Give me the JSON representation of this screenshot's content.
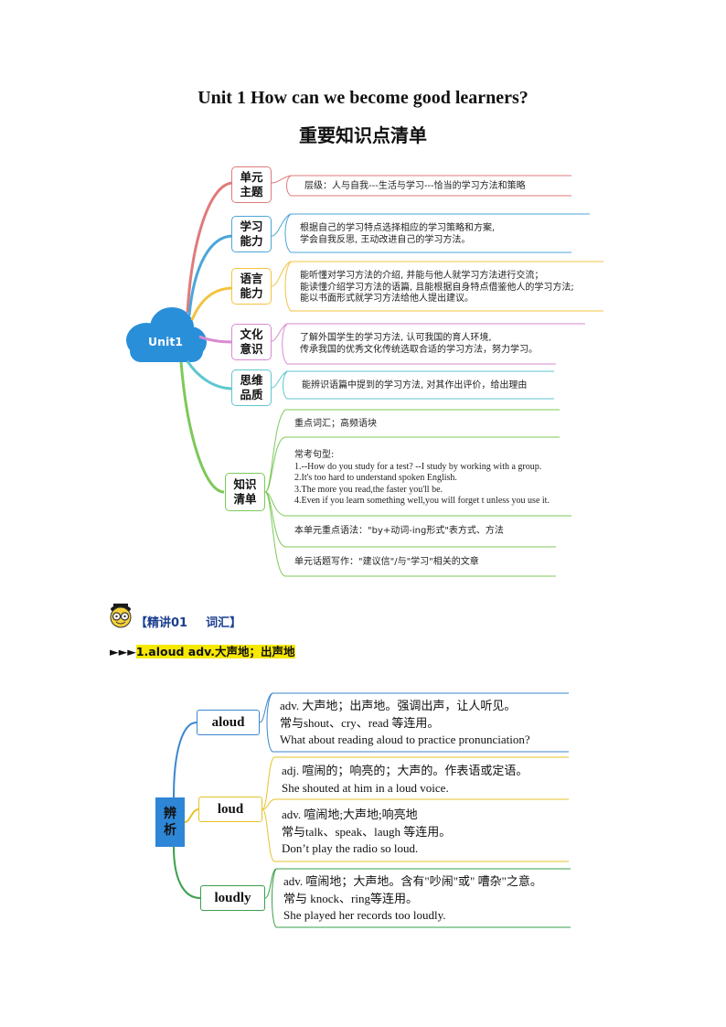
{
  "title": "Unit  1    How can we become good learners?",
  "subtitle": "重要知识点清单",
  "mindmap": {
    "center": "Unit1",
    "branches": [
      {
        "label": "单元\n主题",
        "lines": [
          "层级：人与自我---生活与学习---恰当的学习方法和策略"
        ]
      },
      {
        "label": "学习\n能力",
        "lines": [
          "根据自己的学习特点选择相应的学习策略和方案,",
          "学会自我反思, 王动改进自己的学习方法。"
        ]
      },
      {
        "label": "语言\n能力",
        "lines": [
          "能听懂对学习方法的介绍, 并能与他人就学习方法进行交流；",
          "能读懂介绍学习方法的语篇, 且能根据自身特点借鉴他人的学习方法;",
          "能以书面形式就学习方法给他人提出建议。"
        ]
      },
      {
        "label": "文化\n意识",
        "lines": [
          "了解外国学生的学习方法, 认可我国的育人环境,",
          "传承我国的优秀文化传统选取合适的学习方法，努力学习。"
        ]
      },
      {
        "label": "思维\n品质",
        "lines": [
          "能辨识语篇中提到的学习方法, 对其作出评价，给出理由"
        ]
      },
      {
        "label": "知识\n清单",
        "subs": [
          {
            "lines": [
              "重点词汇；高频语块"
            ]
          },
          {
            "lines": [
              "常考句型:",
              "1.--How do you study for a test?  --I study by working with a group.",
              "2.It's too hard to understand spoken English.",
              "3.The more you read,the faster you'll be.",
              "4.Even if you learn something well,you will forget t unless you use it."
            ]
          },
          {
            "lines": [
              "本单元重点语法：\"by+动词-ing形式\"表方式、方法"
            ]
          },
          {
            "lines": [
              "单元话题写作：\"建议信\"/与\"学习\"相关的文章"
            ]
          }
        ]
      }
    ]
  },
  "section": {
    "bracket_open": "【",
    "label": "精讲01",
    "kind": "词汇",
    "bracket_close": "】"
  },
  "item": {
    "arrows": "►►►",
    "text": "1.aloud   adv.大声地；出声地"
  },
  "compare": {
    "side_label": "辨\n析",
    "words": [
      {
        "word": "aloud",
        "blocks": [
          [
            "adv. 大声地；出声地。强调出声，让人听见。",
            "常与shout、cry、read 等连用。",
            "What about reading  aloud to practice pronunciation?"
          ]
        ]
      },
      {
        "word": "loud",
        "blocks": [
          [
            "adj. 喧闹的；响亮的；大声的。作表语或定语。",
            "She shouted at him in a loud voice."
          ],
          [
            "adv. 喧闹地;大声地;响亮地",
            "常与talk、speak、laugh 等连用。",
            "Don’t play the radio so loud."
          ]
        ]
      },
      {
        "word": "loudly",
        "blocks": [
          [
            "adv. 喧闹地；大声地。含有\"吵闹\"或\" 嘈杂\"之意。",
            "常与 knock、ring等连用。",
            "She played her records too loudly."
          ]
        ]
      }
    ]
  },
  "colors": {
    "red": "#e07a7a",
    "blue": "#4aa6da",
    "yellow": "#f2c340",
    "pink": "#d98ad0",
    "teal": "#5ec7cf",
    "green": "#7cc95a",
    "cloud": "#2a8fd9",
    "heading": "#1a3f8f",
    "highlight": "#f6e800",
    "cmp_blue": "#3a86cf",
    "cmp_yellow": "#e6c229",
    "cmp_green": "#3aa04a"
  },
  "icons": [
    "emoji-glasses-icon",
    "mindmap-cloud-icon"
  ]
}
